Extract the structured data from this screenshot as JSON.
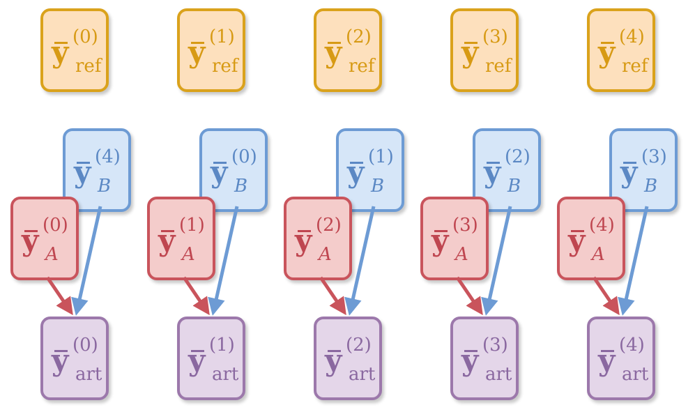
{
  "colors": {
    "ref": {
      "fill": "#fde0bd",
      "stroke": "#daa21c",
      "text": "#d79a14"
    },
    "B": {
      "fill": "#d6e6f8",
      "stroke": "#6d9bd4",
      "text": "#5b88c4"
    },
    "A": {
      "fill": "#f4cccb",
      "stroke": "#c9545c",
      "text": "#bf4650"
    },
    "art": {
      "fill": "#e4d6e9",
      "stroke": "#9c78ab",
      "text": "#8a68a0"
    }
  },
  "columns": [
    {
      "ref": {
        "symbol": "y",
        "sup": "(0)",
        "sub": "ref"
      },
      "B": {
        "symbol": "y",
        "sup": "(4)",
        "sub": "B"
      },
      "A": {
        "symbol": "y",
        "sup": "(0)",
        "sub": "A"
      },
      "art": {
        "symbol": "y",
        "sup": "(0)",
        "sub": "art"
      }
    },
    {
      "ref": {
        "symbol": "y",
        "sup": "(1)",
        "sub": "ref"
      },
      "B": {
        "symbol": "y",
        "sup": "(0)",
        "sub": "B"
      },
      "A": {
        "symbol": "y",
        "sup": "(1)",
        "sub": "A"
      },
      "art": {
        "symbol": "y",
        "sup": "(1)",
        "sub": "art"
      }
    },
    {
      "ref": {
        "symbol": "y",
        "sup": "(2)",
        "sub": "ref"
      },
      "B": {
        "symbol": "y",
        "sup": "(1)",
        "sub": "B"
      },
      "A": {
        "symbol": "y",
        "sup": "(2)",
        "sub": "A"
      },
      "art": {
        "symbol": "y",
        "sup": "(2)",
        "sub": "art"
      }
    },
    {
      "ref": {
        "symbol": "y",
        "sup": "(3)",
        "sub": "ref"
      },
      "B": {
        "symbol": "y",
        "sup": "(2)",
        "sub": "B"
      },
      "A": {
        "symbol": "y",
        "sup": "(3)",
        "sub": "A"
      },
      "art": {
        "symbol": "y",
        "sup": "(3)",
        "sub": "art"
      }
    },
    {
      "ref": {
        "symbol": "y",
        "sup": "(4)",
        "sub": "ref"
      },
      "B": {
        "symbol": "y",
        "sup": "(3)",
        "sub": "B"
      },
      "A": {
        "symbol": "y",
        "sup": "(4)",
        "sub": "A"
      },
      "art": {
        "symbol": "y",
        "sup": "(4)",
        "sub": "art"
      }
    }
  ]
}
